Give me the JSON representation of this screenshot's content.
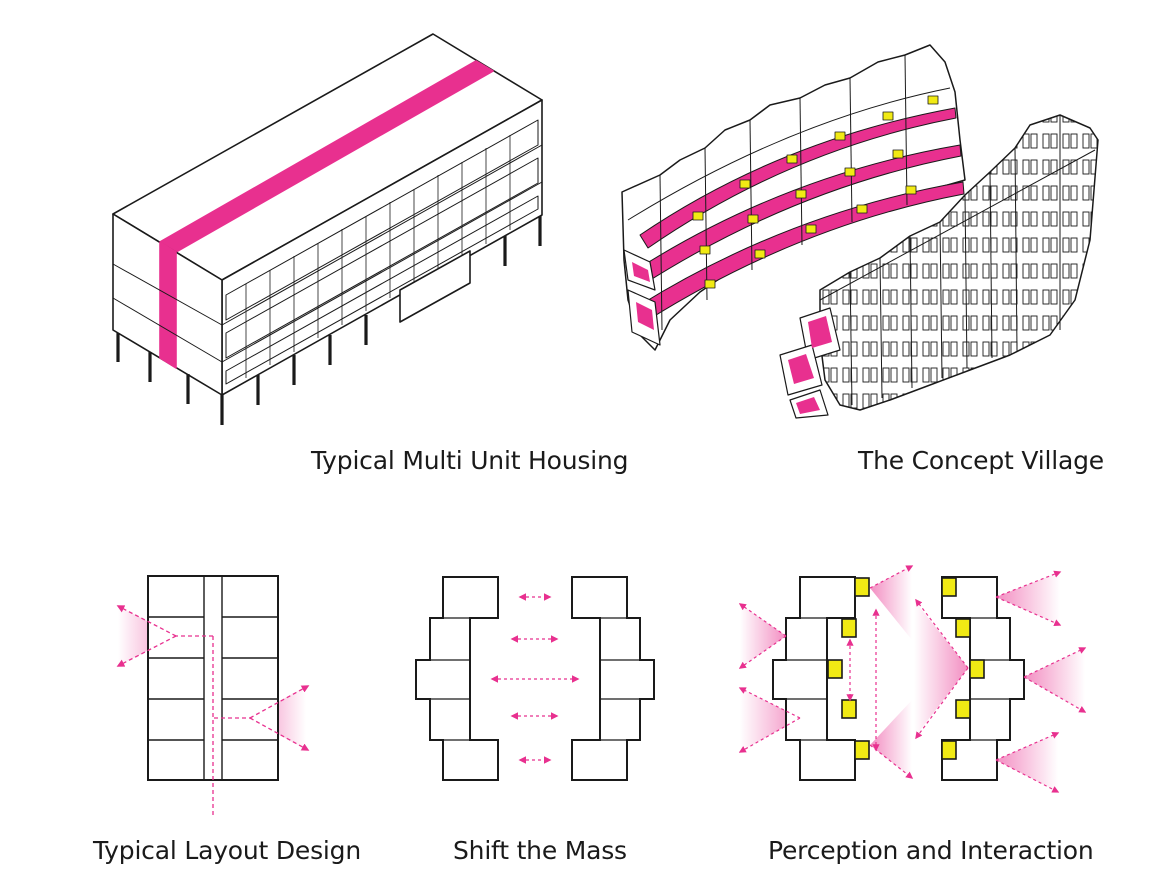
{
  "captions": {
    "housing": "Typical Multi Unit Housing",
    "village": "The Concept Village",
    "layout": "Typical Layout Design",
    "shift": "Shift the Mass",
    "perception": "Perception and Interaction"
  },
  "colors": {
    "line": "#1a1a1a",
    "magenta": "#e8308f",
    "magenta_light": "#f29ac6",
    "yellow": "#f1ea14"
  },
  "icons": {
    "view_cone": "view-cone-icon",
    "arrow": "arrow-icon"
  }
}
